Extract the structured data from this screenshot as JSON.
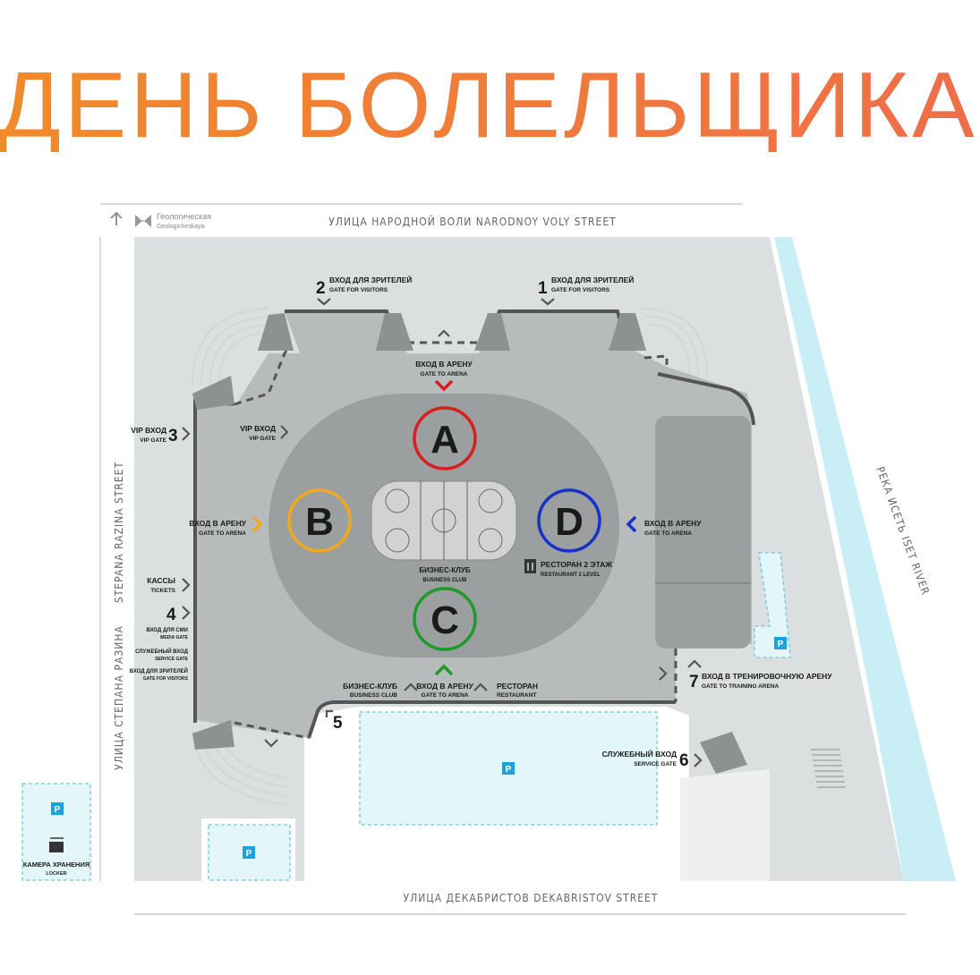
{
  "title": "ДЕНЬ БОЛЕЛЬЩИКА",
  "colors": {
    "title_start": "#f08a2a",
    "title_end": "#ef6e4a",
    "ground": "#dcdfe0",
    "building": "#b8bbbc",
    "bowl": "#9c9fa0",
    "rink": "#d0d2d3",
    "river": "#c9eef6",
    "parking": "#e3f7fb",
    "parking_badge": "#1aa3dc",
    "sector_a": "#d62020",
    "sector_b": "#f0a81e",
    "sector_c": "#1e9a2a",
    "sector_d": "#1832c8"
  },
  "metro": {
    "name_ru": "Геологическая",
    "name_en": "Geologicheskaya"
  },
  "streets": {
    "north": "УЛИЦА НАРОДНОЙ ВОЛИ   NARODNOY VOLY STREET",
    "south": "УЛИЦА ДЕКАБРИСТОВ   DEKABRISTOV STREET",
    "west_ru": "УЛИЦА СТЕПАНА РАЗИНА",
    "west_en": "STEPANA RAZINA STREET",
    "river": "РЕКА ИСЕТЬ   ISET RIVER"
  },
  "sectors": [
    "A",
    "B",
    "C",
    "D"
  ],
  "gates": {
    "g1": {
      "num": "1",
      "ru": "ВХОД ДЛЯ ЗРИТЕЛЕЙ",
      "en": "GATE FOR VISITORS"
    },
    "g2": {
      "num": "2",
      "ru": "ВХОД ДЛЯ ЗРИТЕЛЕЙ",
      "en": "GATE FOR VISITORS"
    },
    "g3": {
      "num": "3",
      "ru": "VIP ВХОД",
      "en": "VIP GATE"
    },
    "g4": {
      "num": "4",
      "lines": [
        {
          "ru": "ВХОД ДЛЯ СМИ",
          "en": "MEDIA GATE"
        },
        {
          "ru": "СЛУЖЕБНЫЙ ВХОД",
          "en": "SERVICE GATE"
        },
        {
          "ru": "ВХОД ДЛЯ ЗРИТЕЛЕЙ",
          "en": "GATE FOR VISITORS"
        }
      ]
    },
    "g5": {
      "num": "5"
    },
    "g6": {
      "num": "6",
      "ru": "СЛУЖЕБНЫЙ ВХОД",
      "en": "SERVICE GATE"
    },
    "g7": {
      "num": "7",
      "ru": "ВХОД В ТРЕНИРОВОЧНУЮ АРЕНУ",
      "en": "GATE TO TRAINING ARENA"
    }
  },
  "labels": {
    "arena_top": {
      "ru": "ВХОД В АРЕНУ",
      "en": "GATE TO ARENA"
    },
    "arena_left": {
      "ru": "ВХОД В АРЕНУ",
      "en": "GATE TO ARENA"
    },
    "arena_right": {
      "ru": "ВХОД В АРЕНУ",
      "en": "GATE TO ARENA"
    },
    "arena_bottom": {
      "ru": "ВХОД В АРЕНУ",
      "en": "GATE TO ARENA"
    },
    "vip_inner": {
      "ru": "VIP ВХОД",
      "en": "VIP GATE"
    },
    "tickets": {
      "ru": "КАССЫ",
      "en": "TICKETS"
    },
    "business_center": {
      "ru": "БИЗНЕС-КЛУБ",
      "en": "BUSINESS CLUB"
    },
    "business_bottom": {
      "ru": "БИЗНЕС-КЛУБ",
      "en": "BUSINESS CLUB"
    },
    "restaurant_bottom": {
      "ru": "РЕСТОРАН",
      "en": "RESTAURANT"
    },
    "restaurant_2": {
      "ru": "РЕСТОРАН 2 ЭТАЖ",
      "en": "RESTAURANT 2 LEVEL"
    },
    "locker": {
      "ru": "КАМЕРА ХРАНЕНИЯ",
      "en": "LOCKER"
    },
    "parking": "P"
  }
}
